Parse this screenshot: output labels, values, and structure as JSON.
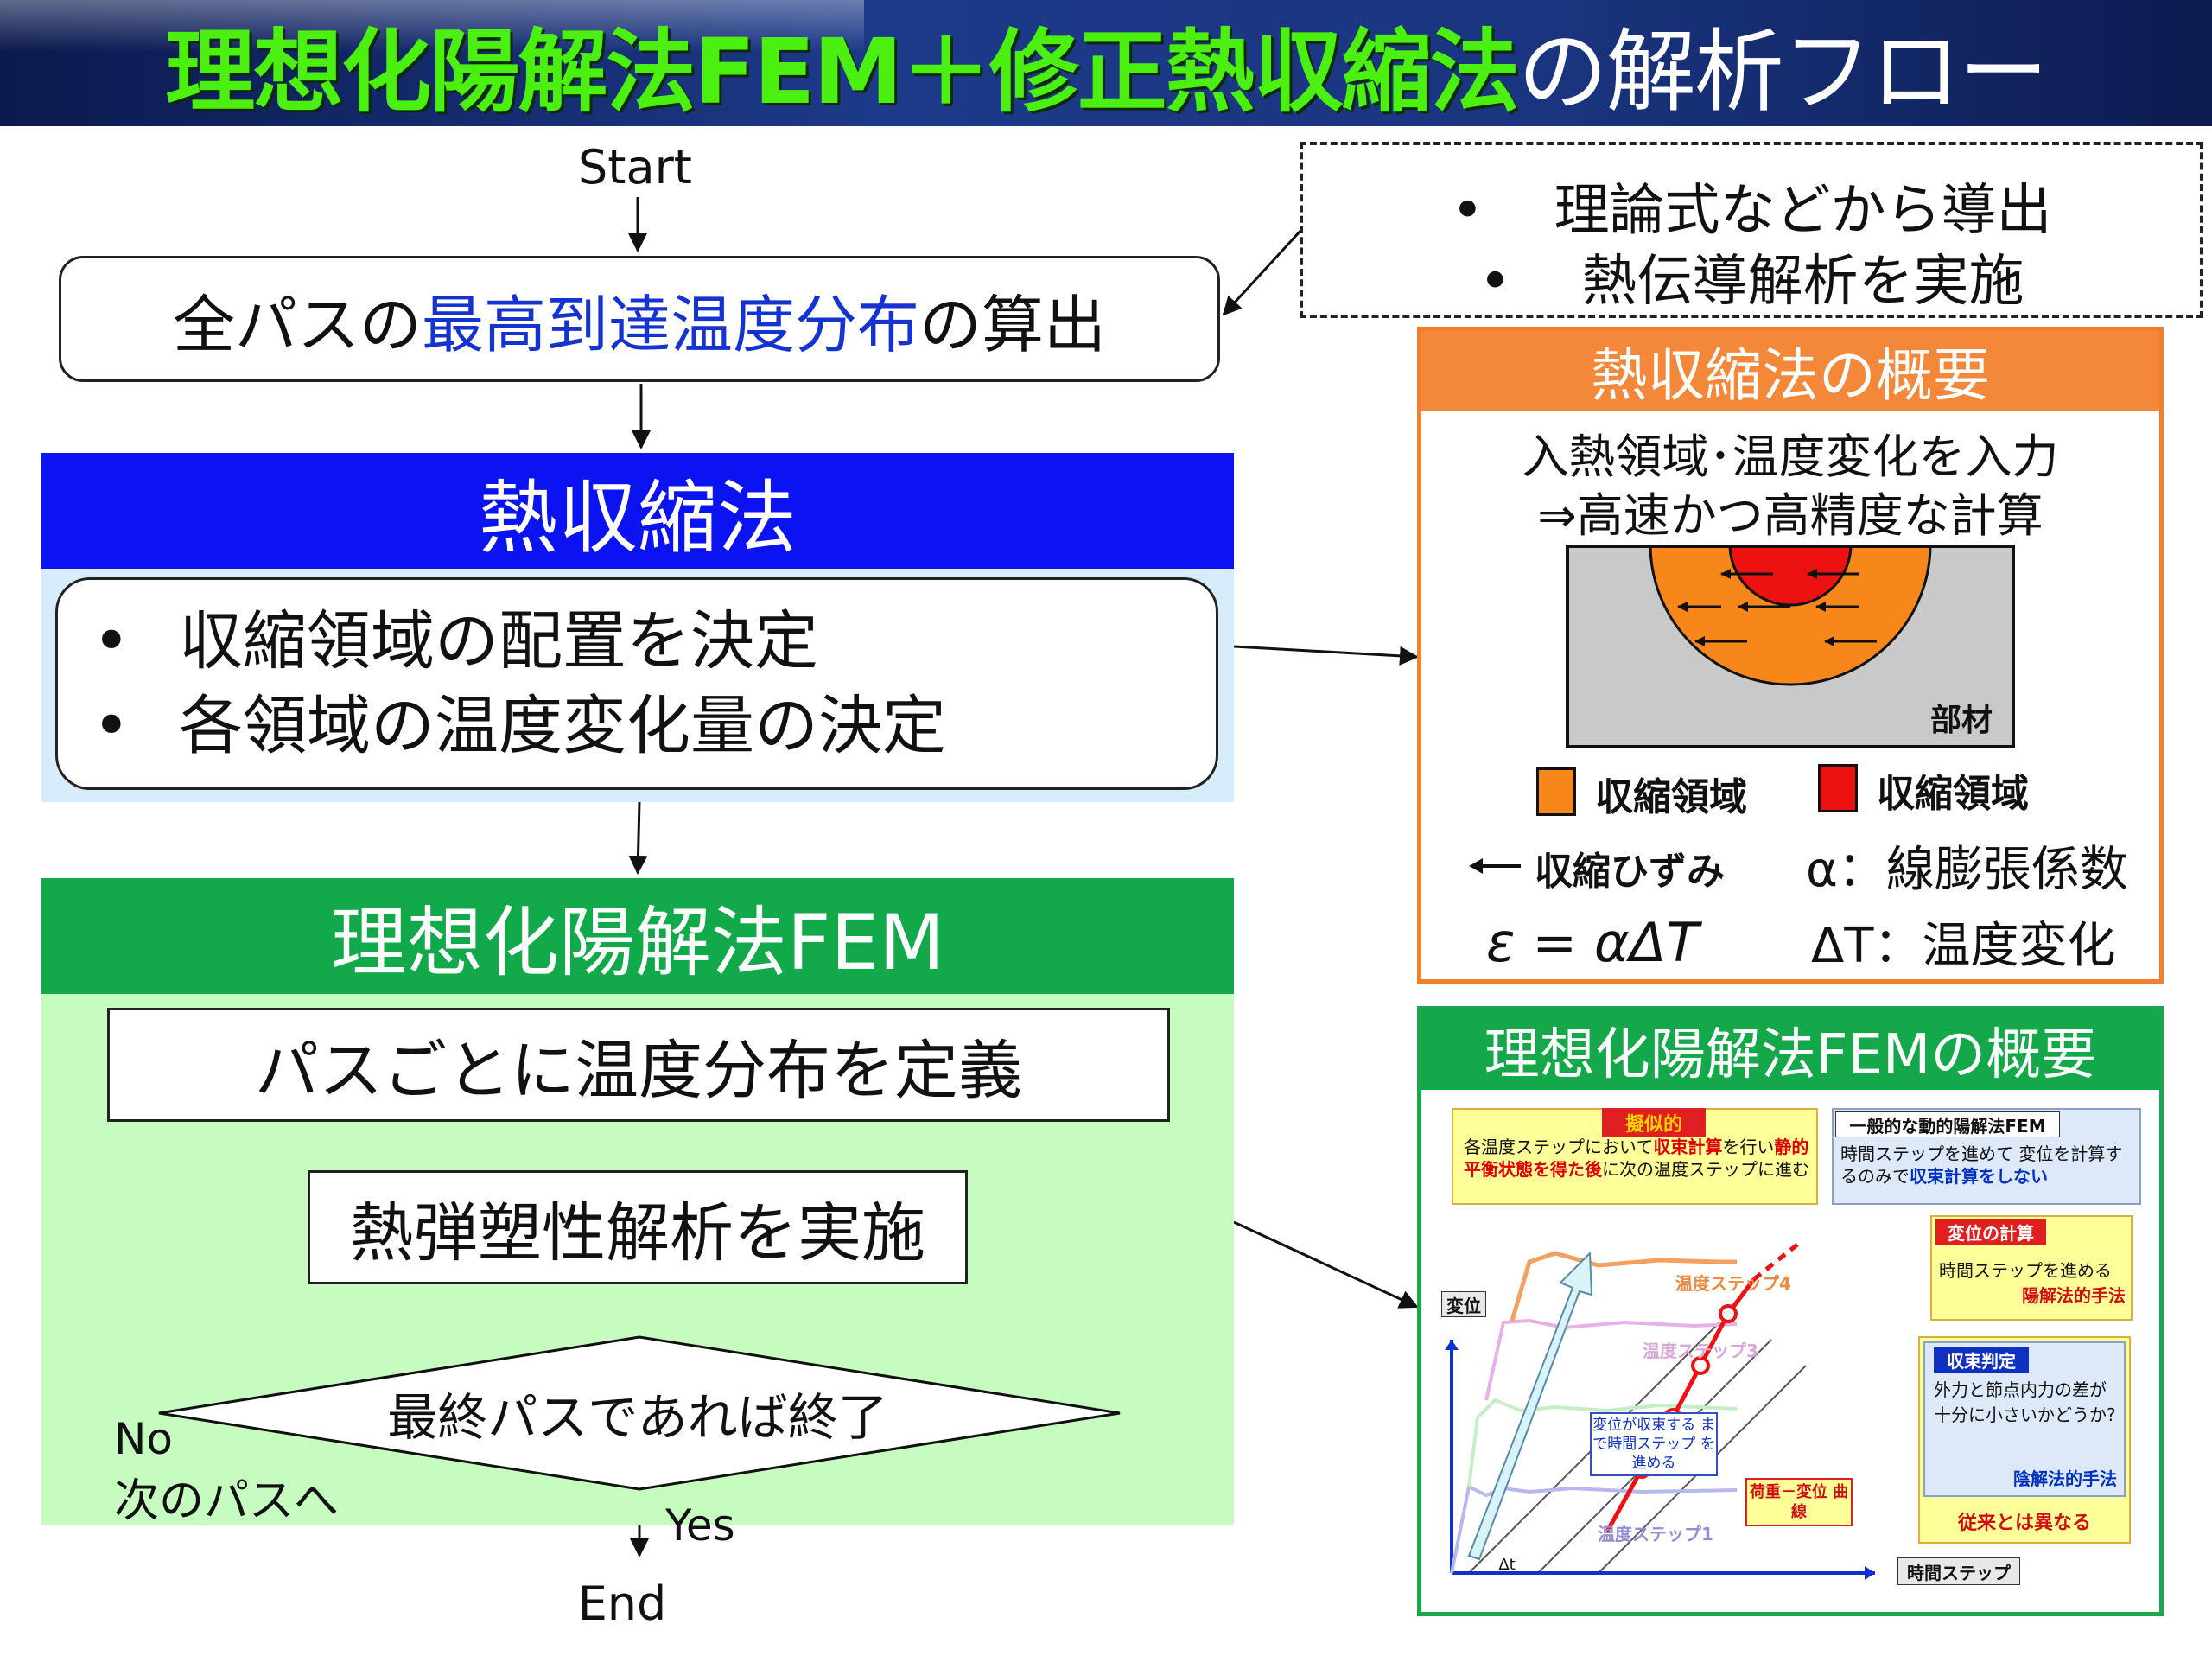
{
  "header": {
    "title_green": "理想化陽解法FEM＋修正熱収縮法",
    "title_white": "の解析フロー"
  },
  "flow": {
    "start": "Start",
    "step1_prefix": "全パスの",
    "step1_highlight": "最高到達温度分布",
    "step1_suffix": "の算出",
    "shrink_title": "熱収縮法",
    "shrink_bullets": [
      "収縮領域の配置を決定",
      "各領域の温度変化量の決定"
    ],
    "fem_title": "理想化陽解法FEM",
    "fem_step1": "パスごとに温度分布を定義",
    "fem_step2": "熱弾塑性解析を実施",
    "decision": "最終パスであれば終了",
    "no": "No",
    "next_pass": "次のパスへ",
    "yes": "Yes",
    "end": "End"
  },
  "note": {
    "bullet": "•",
    "items": [
      "理論式などから導出",
      "熱伝導解析を実施"
    ]
  },
  "shrink_overview": {
    "title": "熱収縮法の概要",
    "line1": "入熱領域･温度変化を入力",
    "line2": "⇒高速かつ高精度な計算",
    "member": "部材",
    "legend_orange": "収縮領域",
    "legend_red": "収縮領域",
    "legend_arrow": "収縮ひずみ",
    "alpha_def": "α：線膨張係数",
    "equation": "ε = αΔT",
    "dt_def": "ΔT：温度変化",
    "colors": {
      "orange": "#f7861b",
      "red": "#ee1111"
    }
  },
  "fem_overview": {
    "title": "理想化陽解法FEMの概要",
    "pseudo_static": "擬似的",
    "pseudo_text_1": "各温度ステップにおいて",
    "pseudo_text_2": "収束計算",
    "pseudo_text_3": "を行い",
    "pseudo_text_4": "静的平衡状態を得た後",
    "pseudo_text_5": "に次の温度ステップに進む",
    "general_head": "一般的な動的陽解法FEM",
    "general_text_1": "時間ステップを進めて 変位を計算する",
    "general_text_2": "のみで",
    "general_text_3": "収束計算をしない",
    "disp_calc_head": "変位の計算",
    "disp_calc_text": "時間ステップを進める",
    "disp_calc_method": "陽解法的手法",
    "conv_head": "収束判定",
    "conv_text": "外力と節点内力の差が十分に小さいかどうか?",
    "conv_method": "陰解法的手法",
    "diff": "従来とは異なる",
    "y_axis": "変位",
    "x_axis": "時間ステップ",
    "dt": "Δt",
    "step4": "温度ステップ4",
    "step3": "温度ステップ3",
    "step1": "温度ステップ1",
    "advance": "変位が収束する まで時間ステップ を進める",
    "load_curve": "荷重－変位 曲線"
  }
}
